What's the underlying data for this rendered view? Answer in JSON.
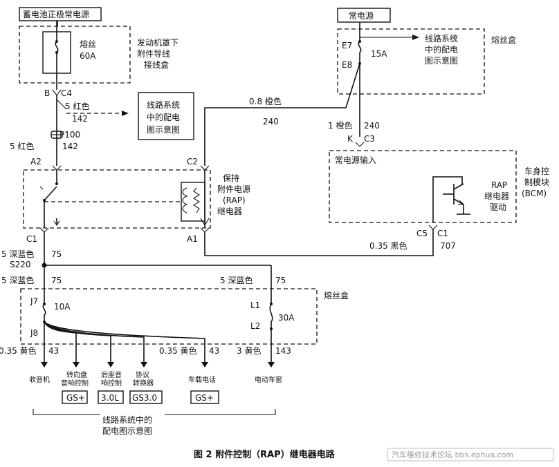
{
  "labels": {
    "battery_source": "蓄电池正极常电源",
    "fuse_60a_name": "熔丝",
    "fuse_60a_rating": "60A",
    "underhood_box_1": "发动机罩下",
    "underhood_box_2": "附件导线",
    "underhood_box_3": "接线盒",
    "conn_b": "B",
    "conn_c4": "C4",
    "wire_5red_a": "5 红色",
    "circ_142_a": "142",
    "ref_box_1": "线路系统",
    "ref_box_2": "中的配电",
    "ref_box_3": "图示意图",
    "splice_p100": "P100",
    "wire_5red_b": "5 红色",
    "circ_142_b": "142",
    "pin_a2": "A2",
    "pin_c2": "C2",
    "relay_1": "保持",
    "relay_2": "附件电源",
    "relay_3": "(RAP)",
    "relay_4": "继电器",
    "pin_c1_relay": "C1",
    "pin_a1": "A1",
    "constant_power": "常电源",
    "fusebox_title_top": "熔丝盒",
    "pin_e7": "E7",
    "pin_e8": "E8",
    "fuse_15a": "15A",
    "ref2_1": "线路系统",
    "ref2_2": "中的配电",
    "ref2_3": "图示意图",
    "wire_08_orange": "0.8 橙色",
    "circ_240_a": "240",
    "wire_1_orange": "1 橙色",
    "circ_240_b": "240",
    "conn_k": "K",
    "conn_c3": "C3",
    "bcm_input": "常电源输入",
    "bcm_1": "车身控",
    "bcm_2": "制模块",
    "bcm_3": "(BCM)",
    "rap_drv_1": "RAP",
    "rap_drv_2": "继电器",
    "rap_drv_3": "驱动",
    "conn_c5": "C5",
    "conn_c1_bcm": "C1",
    "wire_035_black": "0.35 黑色",
    "circ_707": "707",
    "wire_5_dkblue_a": "5 深蓝色",
    "circ_75_a": "75",
    "splice_s220": "S220",
    "wire_5_dkblue_b": "5 深蓝色",
    "circ_75_b": "75",
    "wire_5_dkblue_c": "5 深蓝色",
    "circ_75_c": "75",
    "fusebox_title_bottom": "熔丝盒",
    "pin_j7": "J7",
    "fuse_10a": "10A",
    "pin_j8": "J8",
    "pin_l1": "L1",
    "pin_l2": "L2",
    "fuse_30a": "30A",
    "wire_035_yellow_a": "0.35 黄色",
    "circ_43_a": "43",
    "wire_035_yellow_b": "0.35 黄色",
    "circ_43_b": "43",
    "wire_3_yellow": "3 黄色",
    "circ_143": "143",
    "load_radio": "收音机",
    "load_steer_1": "转向盘",
    "load_steer_2": "音响控制",
    "load_rear_1": "后座音",
    "load_rear_2": "响控制",
    "load_proto_1": "协议",
    "load_proto_2": "转换器",
    "load_phone": "车载电话",
    "load_window": "电动车窗",
    "opt_gs_plus_a": "GS+",
    "opt_3l": "3.0L",
    "opt_gs30": "GS3.0",
    "opt_gs_plus_b": "GS+",
    "ref3_1": "线路系统中的",
    "ref3_2": "配电图示意图",
    "caption": "图 2  附件控制（RAP）继电器电路",
    "watermark": "汽车维修技术论坛 bbs.ephua.com"
  }
}
